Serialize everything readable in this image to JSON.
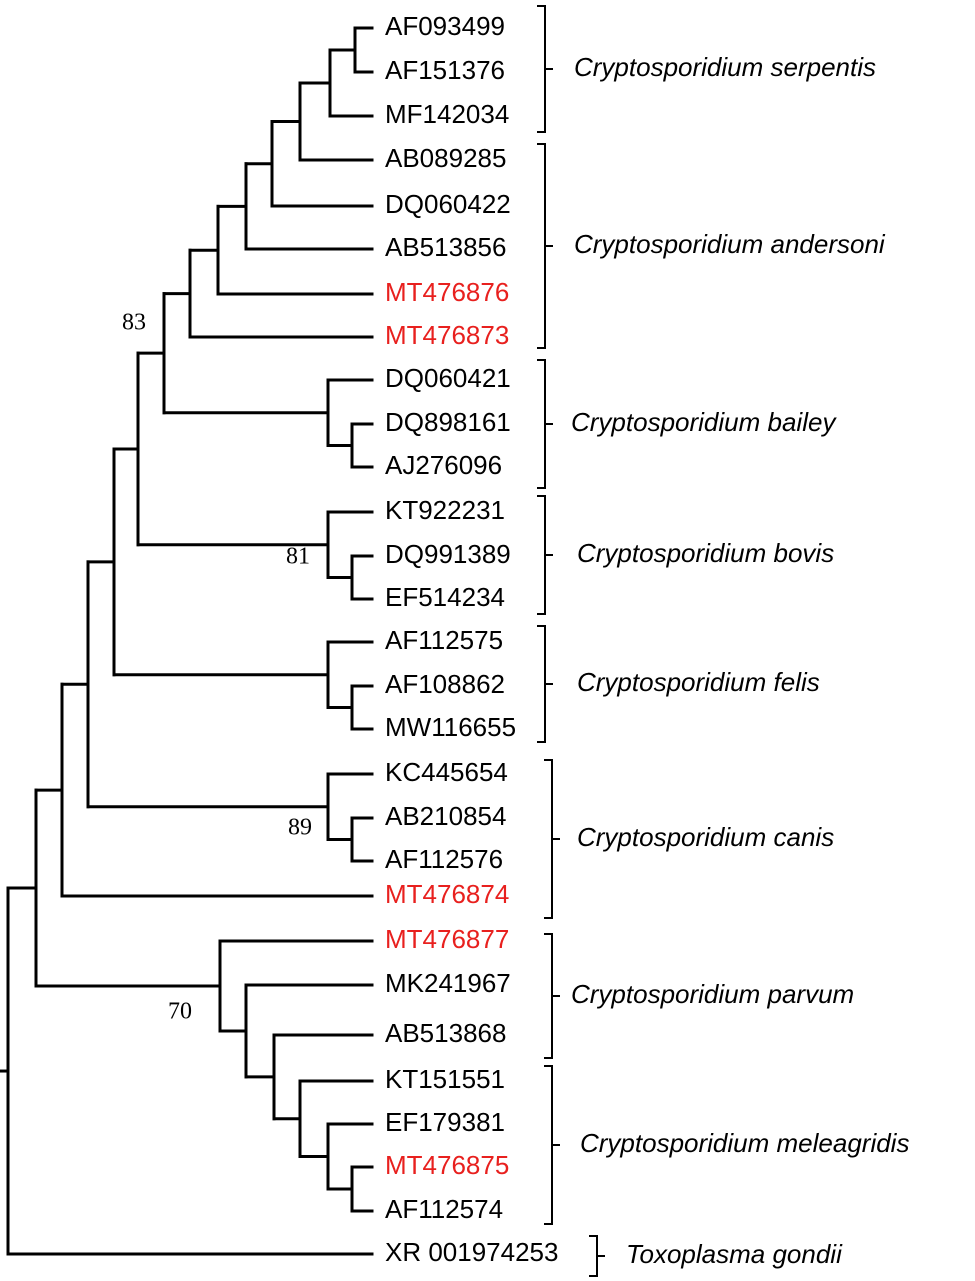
{
  "colors": {
    "branch": "#000000",
    "default_label": "#000000",
    "highlight_label": "#e8201e"
  },
  "taxa": [
    {
      "label": "AF093499",
      "highlight": false
    },
    {
      "label": "AF151376",
      "highlight": false
    },
    {
      "label": "MF142034",
      "highlight": false
    },
    {
      "label": "AB089285",
      "highlight": false
    },
    {
      "label": "DQ060422",
      "highlight": false
    },
    {
      "label": "AB513856",
      "highlight": false
    },
    {
      "label": "MT476876",
      "highlight": true
    },
    {
      "label": "MT476873",
      "highlight": true
    },
    {
      "label": "DQ060421",
      "highlight": false
    },
    {
      "label": "DQ898161",
      "highlight": false
    },
    {
      "label": "AJ276096",
      "highlight": false
    },
    {
      "label": "KT922231",
      "highlight": false
    },
    {
      "label": "DQ991389",
      "highlight": false
    },
    {
      "label": "EF514234",
      "highlight": false
    },
    {
      "label": "AF112575",
      "highlight": false
    },
    {
      "label": "AF108862",
      "highlight": false
    },
    {
      "label": "MW116655",
      "highlight": false
    },
    {
      "label": "KC445654",
      "highlight": false
    },
    {
      "label": "AB210854",
      "highlight": false
    },
    {
      "label": "AF112576",
      "highlight": false
    },
    {
      "label": "MT476874",
      "highlight": true
    },
    {
      "label": "MT476877",
      "highlight": true
    },
    {
      "label": "MK241967",
      "highlight": false
    },
    {
      "label": "AB513868",
      "highlight": false
    },
    {
      "label": "KT151551",
      "highlight": false
    },
    {
      "label": "EF179381",
      "highlight": false
    },
    {
      "label": "MT476875",
      "highlight": true
    },
    {
      "label": "AF112574",
      "highlight": false
    },
    {
      "label": "XR 001974253",
      "highlight": false
    }
  ],
  "clades": [
    {
      "label": "Cryptosporidium serpentis",
      "first": 0,
      "last": 2
    },
    {
      "label": "Cryptosporidium andersoni",
      "first": 3,
      "last": 7
    },
    {
      "label": "Cryptosporidium bailey",
      "first": 8,
      "last": 10
    },
    {
      "label": "Cryptosporidium bovis",
      "first": 11,
      "last": 13
    },
    {
      "label": "Cryptosporidium felis",
      "first": 14,
      "last": 16
    },
    {
      "label": "Cryptosporidium canis",
      "first": 17,
      "last": 20
    },
    {
      "label": "Cryptosporidium parvum",
      "first": 21,
      "last": 23
    },
    {
      "label": "Cryptosporidium meleagridis",
      "first": 24,
      "last": 27
    },
    {
      "label": "Toxoplasma gondii",
      "first": 28,
      "last": 28
    }
  ],
  "bootstrap_values": [
    {
      "value": "83",
      "node": "andersoni-serpentis"
    },
    {
      "value": "81",
      "node": "bovis"
    },
    {
      "value": "89",
      "node": "canis"
    },
    {
      "value": "70",
      "node": "parvum-meleagridis"
    }
  ]
}
